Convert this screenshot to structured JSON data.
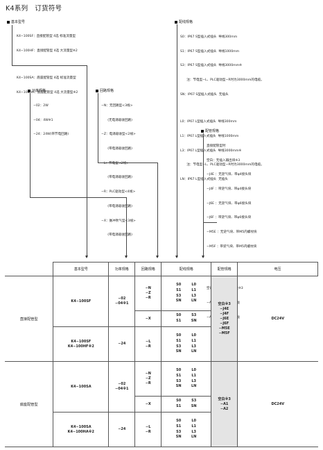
{
  "title": "K4系列　订货符号",
  "basic": {
    "label": "基本型号",
    "lines": [
      "K4−100SF：直接配管型 4选 标准流量型",
      "K4−100HF：直接配管型 4选 大流量型※2",
      "K4−100SA：底座配管型 4选 标准流量型",
      "K4−100HA：底座配管型 4选 大流量型※2"
    ]
  },
  "power": {
    "label": "功率规格",
    "lines": [
      "−02：2W",
      "−04：4W※1",
      "−24：24W(带节电回路)"
    ]
  },
  "circuit": {
    "label": "回路规格",
    "lines": [
      "−N：无回路型<3线>",
      "　　(无电涌吸收回路)",
      "−Z：电涌吸收型<2线>",
      "　　(带电涌吸收回路)",
      "−L：节电型<2线>",
      "　　(带电涌吸收回路)",
      "−R：PLC驱动型<4线>",
      "　　(带电涌吸收回路)",
      "−X：脉冲吹气型<3线>",
      "　　(带电涌吸收回路)"
    ]
  },
  "wiring": {
    "label": "配线规格",
    "lines": [
      "S0：IP67 S型插入式插头  导线300mm",
      "S1：IP67 S型插入式插头  导线1000mm",
      "S3：IP67 S型插入式插头  导线3000mm※",
      "　　注：节电型−L、PLC驱动型−R时为3000mm的电缆。",
      "SN：IP67 S型插入式插头  无插头",
      "",
      "L0：IP67 L型插入式插头  导线300mm",
      "L1：IP67 L型插入式插头  导线1000mm",
      "L3：IP67 L型插入式插头  导线3000mm※",
      "　　注：节电型−L、PLC驱动型−R时为3000mm的电缆。",
      "LN：IP67 L型插入式插头  无插头"
    ]
  },
  "piping": {
    "label": "配管规格",
    "lines": [
      "直接配管型时",
      "空白：无插入输出块※3",
      "−J4E ：无逆气块、带φ4接头块",
      "−J4F ：带逆气块、带φ4接头块",
      "−J6E ：无逆气块、带φ6接头块",
      "−J6F ：带逆气块、带φ6接头块",
      "−M5E ：无逆气块、带M5内螺纹块",
      "−M5F ：带逆气块、带M5内螺纹块",
      "",
      "底座配管型时",
      "空白：无底座、无盖板※3",
      "−A1 ：带底座、无盖板",
      "−A2 ：带底座、带盖板"
    ]
  },
  "table": {
    "headers": [
      "基本型号",
      "功率规格",
      "回路规格",
      "配线规格",
      "配管规格",
      "电压"
    ],
    "group1_label": "直接配管型",
    "group2_label": "底座配管型",
    "g1_model_a": "K4−100SF",
    "g1_model_b1": "K4−100SF",
    "g1_model_b2": "K4−100HF※2",
    "g2_model_a": "K4−100SA",
    "g2_model_b1": "K4−100SA",
    "g2_model_b2": "K4−100HA※2",
    "power_a1": "−02",
    "power_a2": "−04※1",
    "power_b": "−24",
    "circ_nzr": [
      "−N",
      "−Z",
      "−R"
    ],
    "circ_x": "−X",
    "circ_lr": [
      "−L",
      "−R"
    ],
    "wire_full": [
      [
        "S0",
        "L0"
      ],
      [
        "S1",
        "L1"
      ],
      [
        "S3",
        "L3"
      ],
      [
        "SN",
        "LN"
      ]
    ],
    "wire_x": [
      [
        "S0",
        "S3"
      ],
      [
        "S1",
        "SN"
      ]
    ],
    "pipe_g1": [
      "空白※3",
      "−J4E",
      "−J4F",
      "−J6E",
      "−J6F",
      "−M5E",
      "−M5F"
    ],
    "pipe_g2": [
      "空白※3",
      "−A1",
      "−A2"
    ],
    "voltage": "DC24V"
  }
}
